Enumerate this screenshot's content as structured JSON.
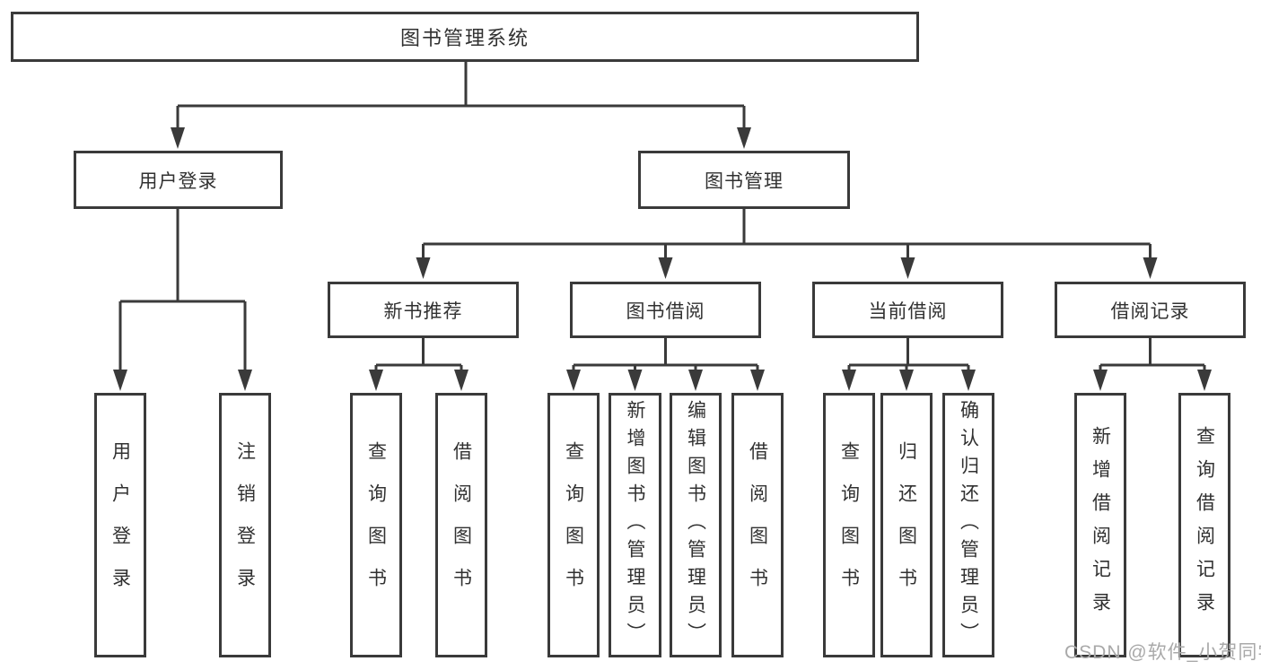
{
  "diagram_type": "hierarchy-tree",
  "colors": {
    "line": "#3a3a3a",
    "text": "#313131",
    "background": "#ffffff",
    "watermark": "#a9a9a9"
  },
  "tree": {
    "label": "图书管理系统",
    "children": [
      {
        "label": "用户登录",
        "children": [
          {
            "label": "用户登录"
          },
          {
            "label": "注销登录"
          }
        ]
      },
      {
        "label": "图书管理",
        "children": [
          {
            "label": "新书推荐",
            "children": [
              {
                "label": "查询图书"
              },
              {
                "label": "借阅图书"
              }
            ]
          },
          {
            "label": "图书借阅",
            "children": [
              {
                "label": "查询图书"
              },
              {
                "label": "新增图书（管理员）"
              },
              {
                "label": "编辑图书（管理员）"
              },
              {
                "label": "借阅图书"
              }
            ]
          },
          {
            "label": "当前借阅",
            "children": [
              {
                "label": "查询图书"
              },
              {
                "label": "归还图书"
              },
              {
                "label": "确认归还（管理员）"
              }
            ]
          },
          {
            "label": "借阅记录",
            "children": [
              {
                "label": "新增借阅记录"
              },
              {
                "label": "查询借阅记录"
              }
            ]
          }
        ]
      }
    ]
  },
  "watermark": {
    "text": "CSDN @软件_小贺同学"
  }
}
